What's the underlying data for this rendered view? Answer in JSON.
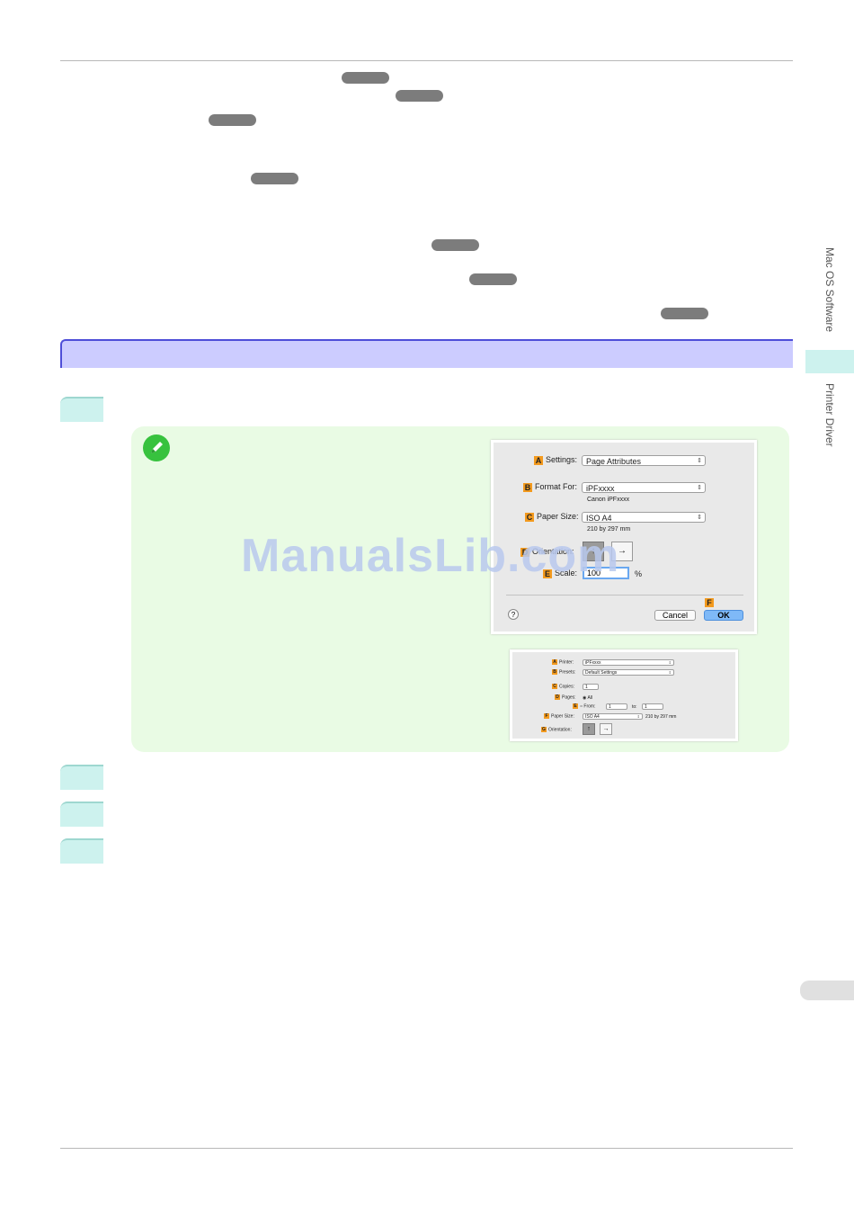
{
  "side_tabs": {
    "software": "Mac OS Software",
    "driver": "Printer Driver"
  },
  "watermark": "ManualsLib.com",
  "dialog1": {
    "settings_label": "Settings:",
    "settings_value": "Page Attributes",
    "format_label": "Format For:",
    "format_value": "iPFxxxx",
    "format_sub": "Canon iPFxxxx",
    "paper_label": "Paper Size:",
    "paper_value": "ISO A4",
    "paper_sub": "210 by 297 mm",
    "orientation_label": "Orientation:",
    "scale_label": "Scale:",
    "scale_value": "100",
    "scale_unit": "%",
    "cancel_label": "Cancel",
    "ok_label": "OK",
    "help_label": "?",
    "letters": [
      "A",
      "B",
      "C",
      "D",
      "E",
      "F"
    ]
  },
  "dialog2": {
    "printer_label": "Printer:",
    "printer_value": "iPFxxxx",
    "presets_label": "Presets:",
    "presets_value": "Default Settings",
    "copies_label": "Copies:",
    "copies_value": "1",
    "pages_label": "Pages:",
    "pages_all": "All",
    "from_label": "From:",
    "from_value": "1",
    "to_label": "to:",
    "to_value": "1",
    "paper_label": "Paper Size:",
    "paper_value": "ISO A4",
    "paper_sub": "210 by 297 mm",
    "orientation_label": "Orientation:",
    "letters": [
      "A",
      "B",
      "C",
      "D",
      "E",
      "F",
      "G"
    ]
  },
  "colors": {
    "section_bar": "#ccccff",
    "section_border": "#4e4ed8",
    "step_badge": "#cdf2ee",
    "note_bg": "#e9fbe4",
    "note_icon": "#37c23e",
    "label_badge": "#f39a1e",
    "link_pill": "#7c7c7c"
  }
}
